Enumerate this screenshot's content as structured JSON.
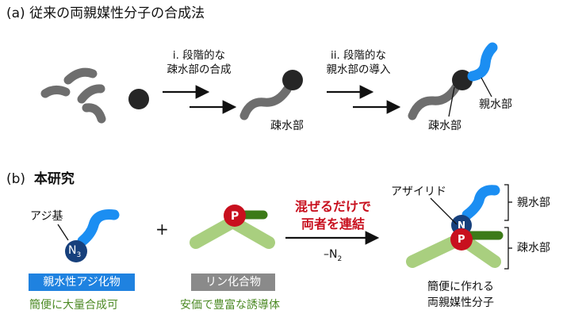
{
  "panel_a": {
    "heading": "(a)  従来の両親媒性分子の合成法",
    "step1": {
      "line1": "i. 段階的な",
      "line2": "疎水部の合成"
    },
    "step2": {
      "line1": "ii. 段階的な",
      "line2": "親水部の導入"
    },
    "label_hydrophobic_mid": "疎水部",
    "label_hydrophilic": "親水部",
    "label_hydrophobic_end": "疎水部"
  },
  "panel_b": {
    "heading_prefix": "(b)",
    "heading_title": "本研究",
    "label_azido": "アジ基",
    "n3_base": "N",
    "n3_sub": "3",
    "plus": "+",
    "p_letter": "P",
    "n_letter": "N",
    "reaction_line1": "混ぜるだけで",
    "reaction_line2": "両者を連結",
    "byproduct_base": "–N",
    "byproduct_sub": "2",
    "label_azaylide": "アザイリド",
    "label_hydrophilic": "親水部",
    "label_hydrophobic": "疎水部",
    "box_azide": "親水性アジ化物",
    "box_phosphorus": "リン化合物",
    "note_azide": "簡便に大量合成可",
    "note_phosphorus": "安価で豊富な誘導体",
    "product_line1": "簡便に作れる",
    "product_line2": "両親媒性分子"
  },
  "colors": {
    "gray": "#6e6e6e",
    "black_ball": "#262626",
    "blue": "#1b8ef2",
    "dark_blue": "#17407c",
    "red": "#c8101e",
    "light_green": "#a9cf7f",
    "dark_green": "#3c7a18",
    "box_blue": "#1f82e0",
    "box_gray": "#8a8a8a",
    "note_green": "#4c8a25"
  }
}
